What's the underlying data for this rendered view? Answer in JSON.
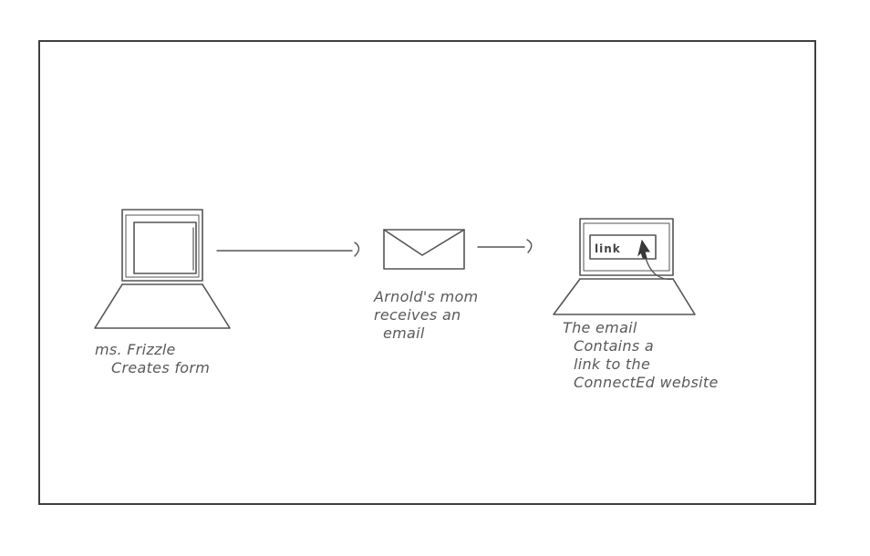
{
  "steps": [
    {
      "lines": [
        "ms. Frizzle",
        "Creates form"
      ],
      "icon": "laptop-icon"
    },
    {
      "lines": [
        "Arnold's mom",
        "receives an",
        "email"
      ],
      "icon": "envelope-icon"
    },
    {
      "lines": [
        "The email",
        "Contains a",
        "link to the",
        "ConnectEd website"
      ],
      "icon": "laptop-icon",
      "screen_text": "link"
    }
  ],
  "colors": {
    "pencil": "#555555",
    "frame": "#3f3f3f"
  }
}
